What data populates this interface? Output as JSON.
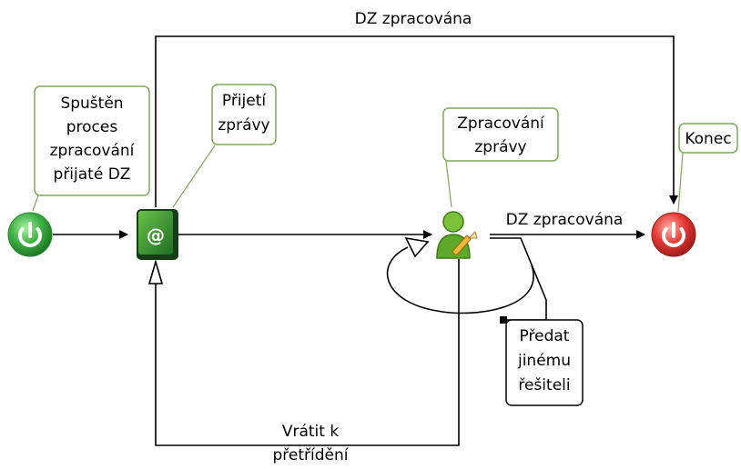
{
  "nodes": {
    "start": {
      "label": "Spuštěn proces zpracování přijaté DZ",
      "lines": [
        "Spuštěn",
        "proces",
        "zpracování",
        "přijaté DZ"
      ],
      "color": "#3cb043",
      "icon": "power-icon"
    },
    "receive": {
      "label": "Přijetí zprávy",
      "lines": [
        "Přijetí",
        "zprávy"
      ],
      "color": "#2e7d32",
      "icon": "email-at-icon"
    },
    "process": {
      "label": "Zpracování zprávy",
      "lines": [
        "Zpracování",
        "zprávy"
      ],
      "color": "#6aaa2a",
      "icon": "user-edit-icon"
    },
    "end": {
      "label": "Konec",
      "lines": [
        "Konec"
      ],
      "color": "#e53935",
      "icon": "power-icon"
    }
  },
  "edges": {
    "top_done": "DZ zpracována",
    "done": "DZ zpracována",
    "return_lines": [
      "Vrátit k",
      "přetřídění"
    ],
    "handover_lines": [
      "Předat",
      "jinému",
      "řešiteli"
    ]
  }
}
